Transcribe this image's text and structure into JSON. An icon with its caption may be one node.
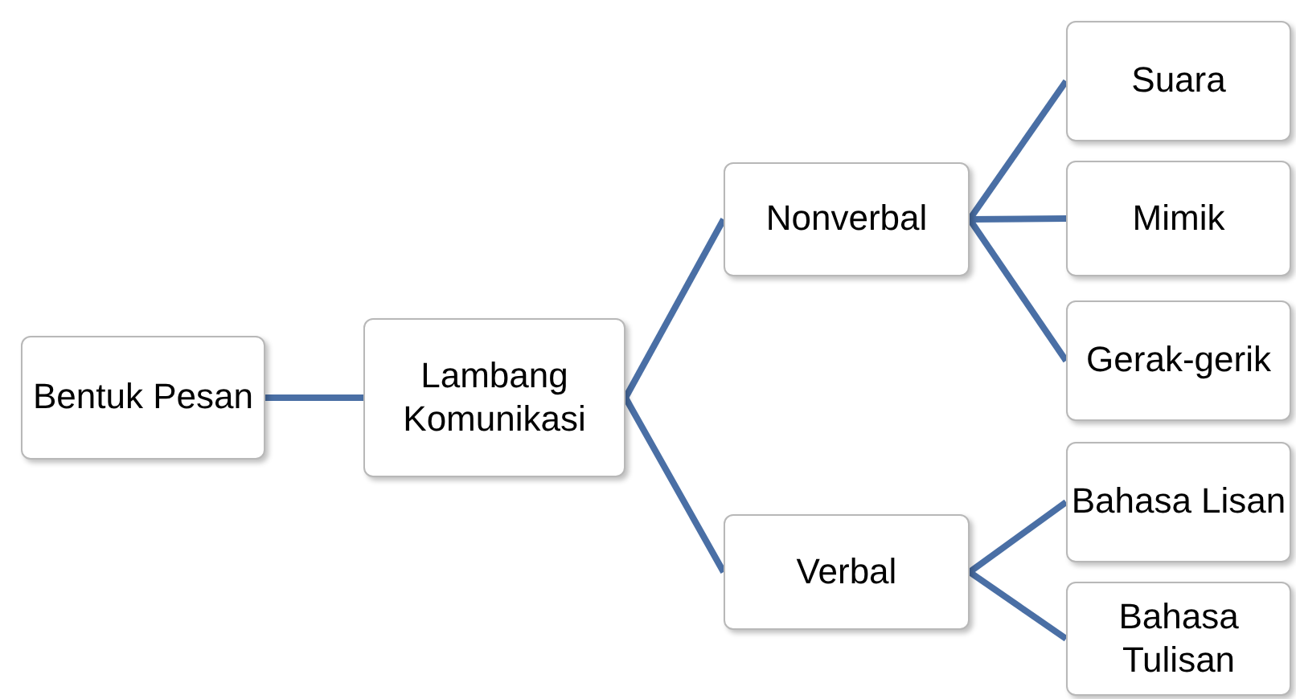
{
  "diagram": {
    "nodes": [
      {
        "text": [
          "Bentuk Pesan"
        ]
      },
      {
        "text": [
          "Lambang Komunikasi"
        ]
      },
      {
        "text": [
          "Nonverbal"
        ]
      },
      {
        "text": [
          "Verbal"
        ]
      },
      {
        "text": [
          "Suara"
        ]
      },
      {
        "text": [
          "Mimik"
        ]
      },
      {
        "text": [
          "Gerak-gerik"
        ]
      },
      {
        "text": [
          "Bahasa Lisan"
        ]
      },
      {
        "text": [
          "Bahasa Tulisan"
        ]
      }
    ],
    "edges": [
      {
        "from": 0,
        "to": 1,
        "arrow": "none"
      },
      {
        "from": 1,
        "to": 2,
        "arrow": "none"
      },
      {
        "from": 1,
        "to": 3,
        "arrow": "none"
      },
      {
        "from": 2,
        "to": 4,
        "arrow": "none"
      },
      {
        "from": 2,
        "to": 5,
        "arrow": "none"
      },
      {
        "from": 2,
        "to": 6,
        "arrow": "none"
      },
      {
        "from": 3,
        "to": 7,
        "arrow": "none"
      },
      {
        "from": 3,
        "to": 8,
        "arrow": "none"
      }
    ]
  }
}
